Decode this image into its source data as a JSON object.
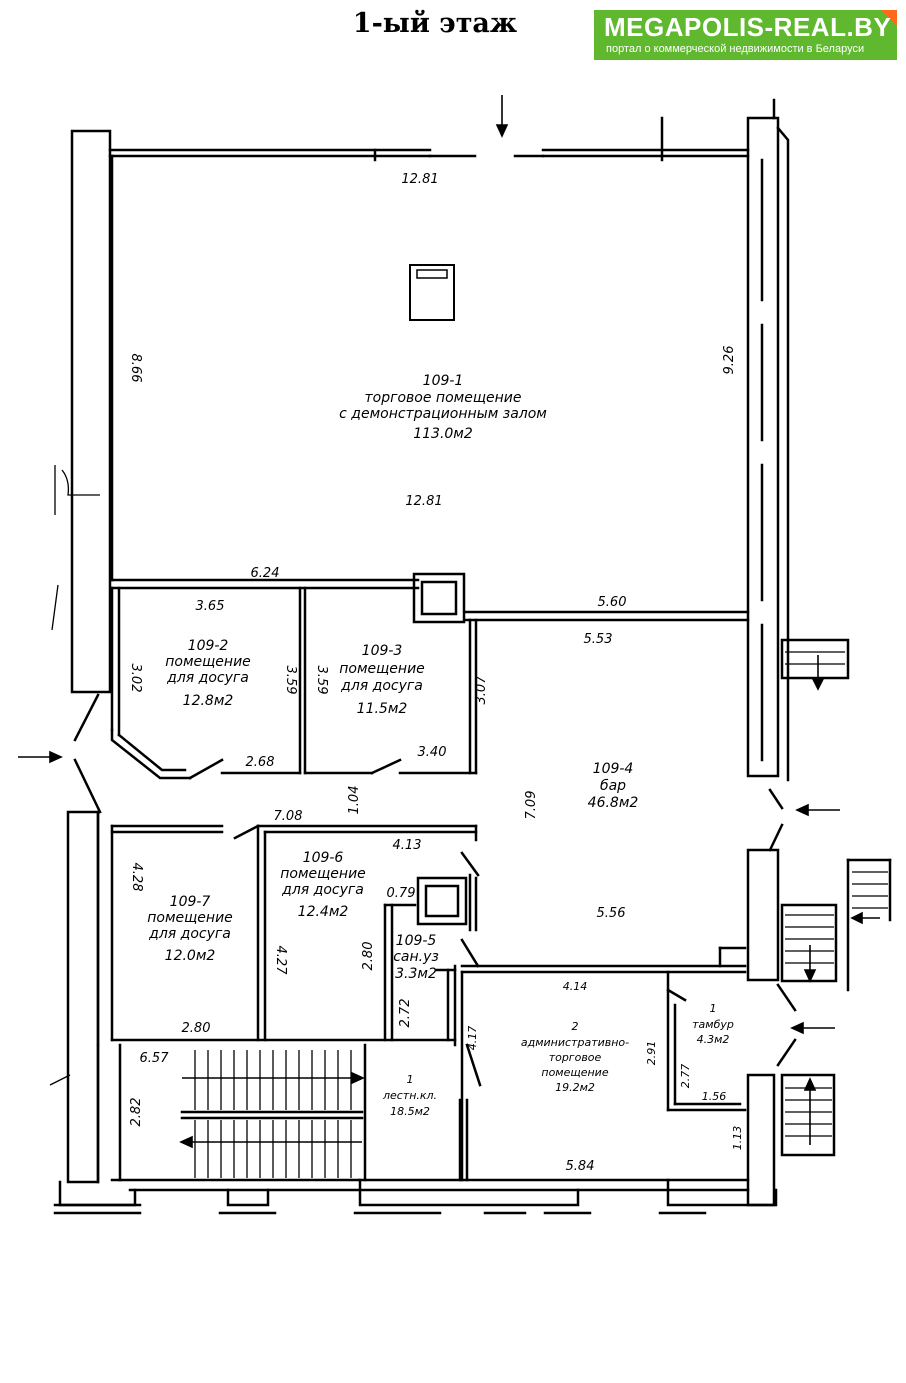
{
  "page": {
    "title": "1-ый этаж"
  },
  "logo": {
    "name": "MEGAPOLIS-REAL.BY",
    "tagline": "портал о коммерческой недвижимости в Беларуси",
    "color": "#5fb82e",
    "accent": "#ff6a1a"
  },
  "rooms": {
    "r109_1": {
      "num": "109-1",
      "line1": "торговое помещение",
      "line2": "с демонстрационным залом",
      "area": "113.0м2"
    },
    "r109_2": {
      "num": "109-2",
      "line1": "помещение",
      "line2": "для досуга",
      "area": "12.8м2"
    },
    "r109_3": {
      "num": "109-3",
      "line1": "помещение",
      "line2": "для досуга",
      "area": "11.5м2"
    },
    "r109_4": {
      "num": "109-4",
      "line1": "бар",
      "area": "46.8м2"
    },
    "r109_5": {
      "num": "109-5",
      "line1": "сан.уз",
      "area": "3.3м2"
    },
    "r109_6": {
      "num": "109-6",
      "line1": "помещение",
      "line2": "для досуга",
      "area": "12.4м2"
    },
    "r109_7": {
      "num": "109-7",
      "line1": "помещение",
      "line2": "для досуга",
      "area": "12.0м2"
    },
    "r1_tambur": {
      "num": "1",
      "line1": "тамбур",
      "area": "4.3м2"
    },
    "r2_admin": {
      "num": "2",
      "line1": "административно-",
      "line2": "торговое",
      "line3": "помещение",
      "area": "19.2м2"
    },
    "r1_stair": {
      "num": "1",
      "line1": "лестн.кл.",
      "area": "18.5м2"
    }
  },
  "dims": {
    "d1": "12.81",
    "d2": "8.66",
    "d3": "9.26",
    "d4": "12.81",
    "d5": "6.24",
    "d6": "5.60",
    "d7": "3.65",
    "d8": "5.53",
    "d9": "3.02",
    "d10": "3.59",
    "d11": "3.59",
    "d12": "3.07",
    "d13": "2.68",
    "d14": "3.40",
    "d15": "7.08",
    "d16": "1.04",
    "d17": "7.09",
    "d18": "4.13",
    "d19": "4.28",
    "d20": "0.79",
    "d21": "5.56",
    "d22": "4.27",
    "d23": "2.80",
    "d24": "4.14",
    "d25": "2.72",
    "d26": "2.80",
    "d27": "4.17",
    "d28": "2.91",
    "d29": "2.77",
    "d30": "1.56",
    "d31": "6.57",
    "d32": "2.82",
    "d33": "1.13",
    "d34": "5.84"
  }
}
